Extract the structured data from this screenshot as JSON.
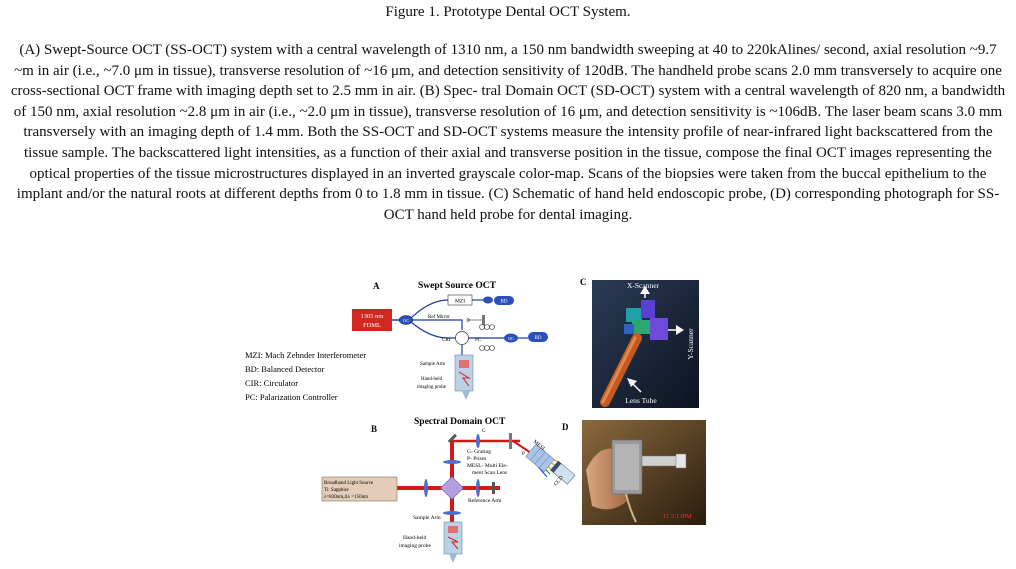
{
  "figure_title": "Figure 1. Prototype Dental OCT System.",
  "caption": "(A) Swept-Source OCT (SS-OCT) system with a central wavelength of 1310 nm, a 150 nm bandwidth sweeping at 40 to 220kAlines/ second, axial resolution ~9.7 ~m in air (i.e., ~7.0 μm in tissue), transverse resolution of ~16 μm, and detection sensitivity of 120dB. The handheld probe scans 2.0 mm transversely to acquire one cross-sectional OCT frame with imaging depth set to 2.5 mm in air. (B) Spec- tral Domain OCT (SD-OCT) system with a central wavelength of 820 nm, a bandwidth of 150 nm, axial resolution ~2.8 μm in air (i.e., ~2.0 μm in tissue), transverse resolution of 16 μm, and detection sensitivity is ~106dB. The laser beam scans 3.0 mm transversely with an imaging depth of 1.4 mm. Both the SS-OCT and SD-OCT systems measure the intensity profile of near-infrared light backscattered from the tissue sample. The backscattered light intensities, as a function of their axial and transverse position in the tissue, compose the final OCT images representing the optical properties of the tissue microstructures displayed in an inverted grayscale color-map. Scans of the biopsies were taken from the buccal epithelium to the implant and/or the natural roots at different depths from 0 to 1.8 mm in tissue. (C) Schematic of hand held endoscopic probe, (D) corresponding photograph for SS-OCT hand held probe for dental imaging.",
  "panel_a": {
    "letter": "A",
    "title": "Swept Source OCT",
    "source_line1": "1305 nm",
    "source_line2": "FDML",
    "oc1": "OC",
    "mzi": "MZI",
    "bd1": "BD",
    "ref_mirror": "Ref Mirror",
    "cri": "CRI",
    "pc": "PC",
    "oc2": "OC",
    "bd2": "BD",
    "sample_arm": "Sample Arm",
    "probe_line1": "Hand-held",
    "probe_line2": "imaging probe"
  },
  "legend": [
    "MZI: Mach Zehnder Interferometer",
    "BD: Balanced Detector",
    "CIR: Circulator",
    "PC: Palarization Controller"
  ],
  "panel_b": {
    "letter": "B",
    "title": "Spectral Domain OCT",
    "g": "G",
    "p": "P",
    "mesl": "MESL",
    "ccd": "CCD",
    "key1": "G- Grating",
    "key2": "P- Prism",
    "key3": "MESL- Multi Ele-",
    "key4": "ment Scan Lens",
    "source_line1": "Broadband Light Source",
    "source_line2": "Ti: Sapphire",
    "source_line3": "λ=830nm,Δλ =150nm",
    "reference_arm": "Reference Arm",
    "sample_arm": "Sample Arm",
    "probe_line1": "Hand-held",
    "probe_line2": "imaging probe"
  },
  "panel_c": {
    "letter": "C",
    "x_scanner": "X-Scanner",
    "y_scanner": "Y-Scanner",
    "lens_tube": "Lens Tube"
  },
  "panel_d": {
    "letter": "D",
    "timestamp": "11  5:13PM"
  }
}
